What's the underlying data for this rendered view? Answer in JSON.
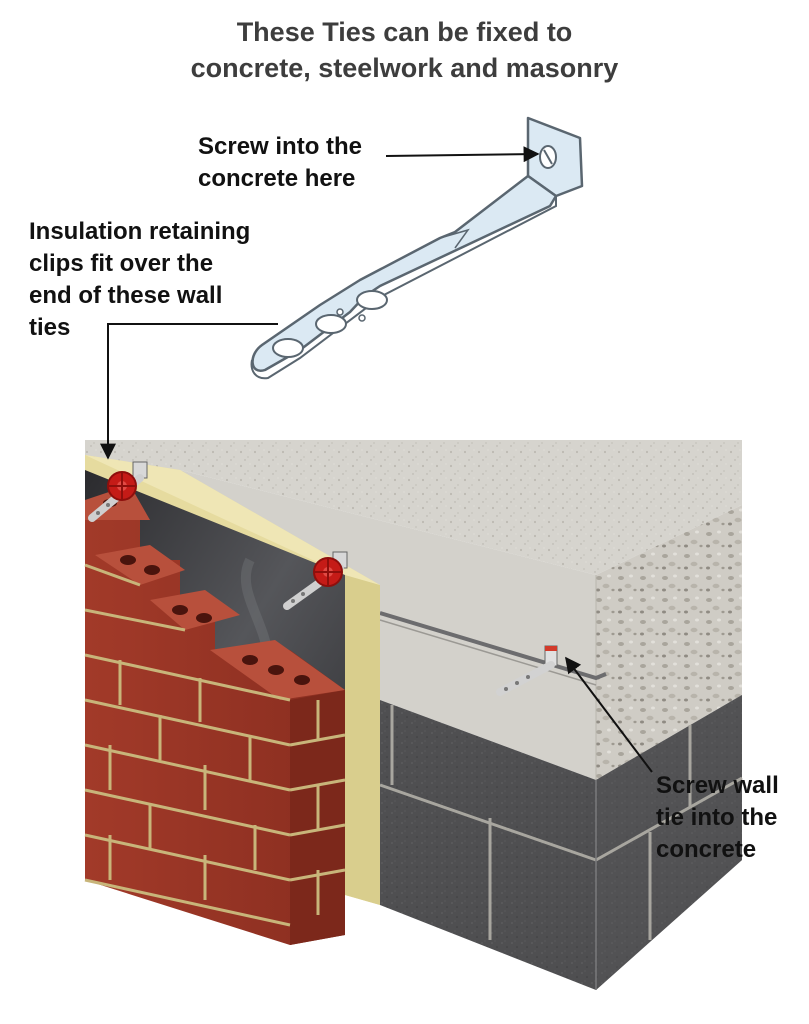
{
  "title": {
    "line1": "These Ties can be fixed to",
    "line2": "concrete, steelwork and masonry"
  },
  "annotations": {
    "screw_here": {
      "line1": "Screw into the",
      "line2": "concrete here"
    },
    "clips": {
      "line1": "Insulation retaining",
      "line2": "clips fit over the",
      "line3": "end of these wall",
      "line4": "ties"
    },
    "screw_tie": {
      "line1": "Screw wall",
      "line2": "tie into the",
      "line3": "concrete"
    }
  },
  "colors": {
    "tie_fill": "#dbe9f3",
    "tie_stroke": "#5a6670",
    "brick": "#9a3324",
    "mortar": "#c9b77a",
    "insulation": "#e7dca0",
    "membrane": "#3a3a3c",
    "concrete": "#d8d6d0",
    "block": "#4e4e50",
    "clip_red": "#c51b17",
    "arrow": "#111111"
  }
}
